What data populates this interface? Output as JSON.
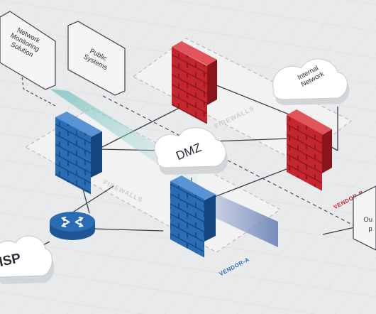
{
  "nodes": {
    "network_monitoring": "Network\nMonitoring\nSolution",
    "public_systems": "Public\nSystems",
    "internal_network": "Internal\nNetwork",
    "dmz": "DMZ",
    "isp": "ISP",
    "outside_partial": "Ou\np"
  },
  "zones": {
    "firewalls_top": "FIREWALLS",
    "firewalls_bottom": "FIREWALLS",
    "vendor_b": "VENDOR-B",
    "vendor_a": "VENDOR-A"
  },
  "colors": {
    "background": "#e9eaeb",
    "firewall_red": "#c4262e",
    "firewall_blue": "#2a6db5",
    "vendor_b": "#c4262e",
    "vendor_a": "#2a6db5",
    "router": "#2a6db5",
    "beam_teal": "#7fc2c1",
    "beam_blue": "#6f86b9"
  },
  "icons": {
    "firewall": "brick-wall-icon",
    "router": "router-icon",
    "cloud": "cloud-icon"
  }
}
